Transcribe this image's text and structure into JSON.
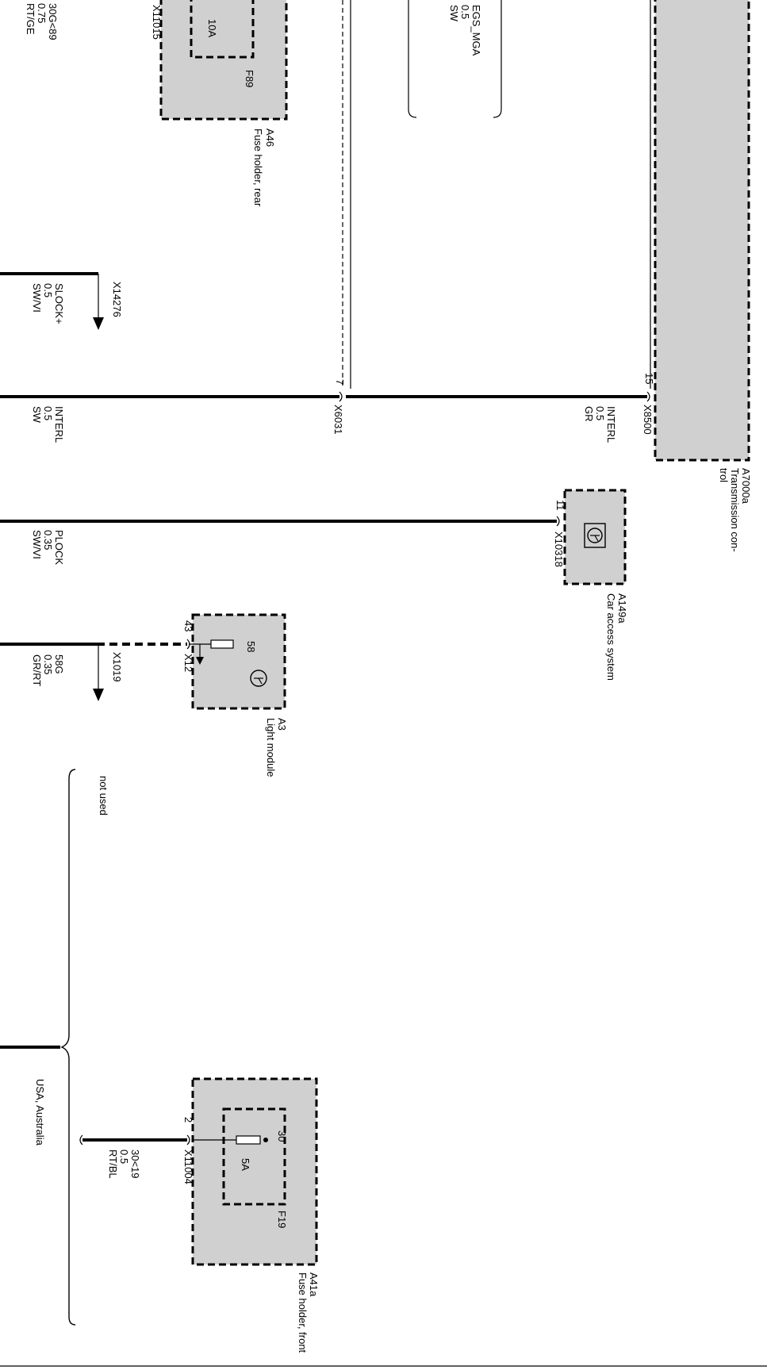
{
  "colors": {
    "box_fill": "#d0d0d0",
    "line": "#000000",
    "background": "#ffffff"
  },
  "top_left": {
    "wire_name": "30G<89",
    "wire_size": "0.75",
    "wire_color": "RT/GE",
    "connector": "X11015"
  },
  "fuse_holder_rear": {
    "id": "A46",
    "label": "Fuse holder, rear",
    "fuse": "F89",
    "rating": "10A"
  },
  "egs_wire": {
    "name": "EGS_MGA",
    "size": "0.5",
    "color": "SW"
  },
  "transmission": {
    "id": "A7000a",
    "label_line1": "Transmission con-",
    "label_line2": "trol",
    "connector": "X8500",
    "pin": "15"
  },
  "slock": {
    "connector": "X14276",
    "name": "SLOCK+",
    "size": "0.5",
    "color": "SW/VI"
  },
  "interl": {
    "left_name": "INTERL",
    "left_size": "0.5",
    "left_color": "SW",
    "joint": "X6031",
    "joint_pin": "7",
    "right_name": "INTERL",
    "right_size": "0.5",
    "right_color": "GR"
  },
  "car_access": {
    "id": "A149a",
    "label": "Car access system",
    "connector": "X10318",
    "pin": "11"
  },
  "plock": {
    "name": "PLOCK",
    "size": "0.35",
    "color": "SW/VI"
  },
  "light_module": {
    "id": "A3",
    "label": "Light module",
    "connector": "X12",
    "pin": "43",
    "internal": "58",
    "ground_connector": "X1019",
    "wire_name": "58G",
    "wire_size": "0.35",
    "wire_color": "GR/RT"
  },
  "notes": {
    "not_used": "not used",
    "usa": "USA, Australia"
  },
  "fuse_holder_front": {
    "id": "A41a",
    "label": "Fuse holder, front",
    "fuse": "F19",
    "rating": "5A",
    "internal": "30",
    "connector": "X11004",
    "pin": "2",
    "wire_name": "30<19",
    "wire_size": "0.5",
    "wire_color": "RT/BL"
  }
}
